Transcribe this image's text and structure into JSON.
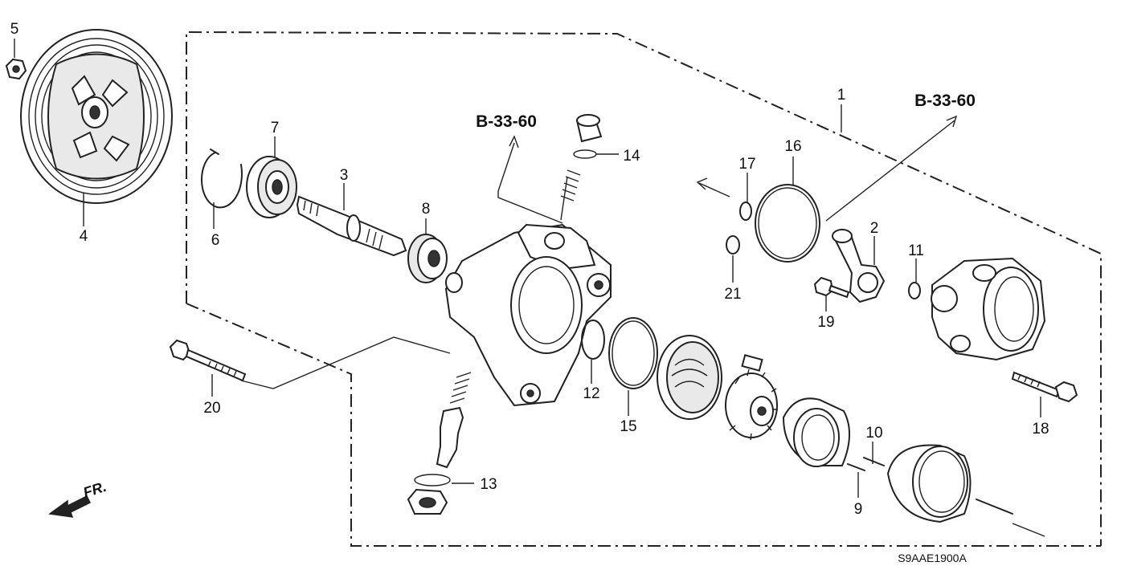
{
  "diagram": {
    "code": "S9AAE1900A",
    "front_label": "FR.",
    "references": [
      "B-33-60",
      "B-33-60"
    ],
    "callouts": [
      {
        "num": "1",
        "part": "pump-assembly"
      },
      {
        "num": "2",
        "part": "inlet-joint"
      },
      {
        "num": "3",
        "part": "shaft"
      },
      {
        "num": "4",
        "part": "pulley"
      },
      {
        "num": "5",
        "part": "nut"
      },
      {
        "num": "6",
        "part": "snap-ring"
      },
      {
        "num": "7",
        "part": "front-bearing"
      },
      {
        "num": "8",
        "part": "seal"
      },
      {
        "num": "9",
        "part": "pin"
      },
      {
        "num": "10",
        "part": "pin"
      },
      {
        "num": "11",
        "part": "o-ring"
      },
      {
        "num": "12",
        "part": "o-ring"
      },
      {
        "num": "13",
        "part": "o-ring"
      },
      {
        "num": "14",
        "part": "o-ring"
      },
      {
        "num": "15",
        "part": "o-ring"
      },
      {
        "num": "16",
        "part": "o-ring"
      },
      {
        "num": "17",
        "part": "o-ring"
      },
      {
        "num": "18",
        "part": "bolt"
      },
      {
        "num": "19",
        "part": "bolt"
      },
      {
        "num": "20",
        "part": "bolt"
      },
      {
        "num": "21",
        "part": "o-ring"
      }
    ]
  }
}
